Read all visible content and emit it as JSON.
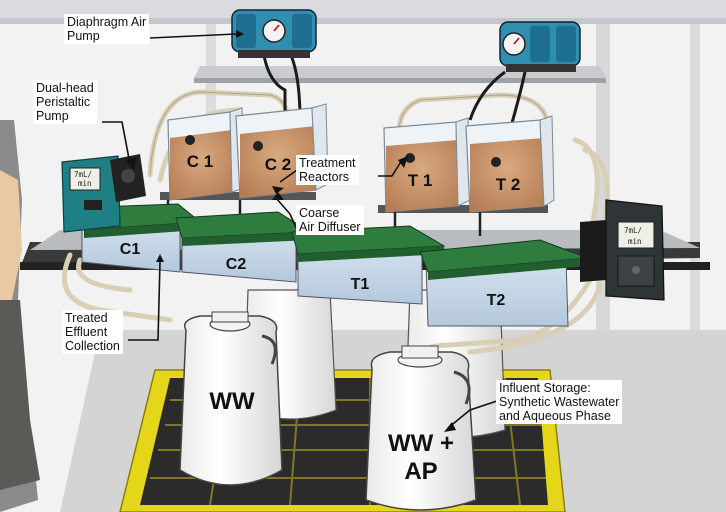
{
  "labels": {
    "air_pump": "Diaphragm Air\nPump",
    "peristaltic": "Dual-head\nPeristaltic\nPump",
    "treatment": "Treatment\nReactors",
    "diffuser": "Coarse\nAir Diffuser",
    "effluent": "Treated\nEffluent\nCollection",
    "influent": "Influent Storage:\nSynthetic Wastewater\nand Aqueous Phase"
  },
  "reactors": [
    "C 1",
    "C 2",
    "T 1",
    "T 2"
  ],
  "tubs": [
    "C1",
    "C2",
    "T1",
    "T2"
  ],
  "pump_display_top": "7mL/",
  "pump_display_bottom": "min",
  "jug_ww": "WW",
  "jug_wwap": "WW +\nAP",
  "colors": {
    "pump_body": "#2e8fb0",
    "lid": "#2e7d3e",
    "sludge": "#c9956b",
    "tray": "#e6d619",
    "tub": "#c4d6e6"
  }
}
